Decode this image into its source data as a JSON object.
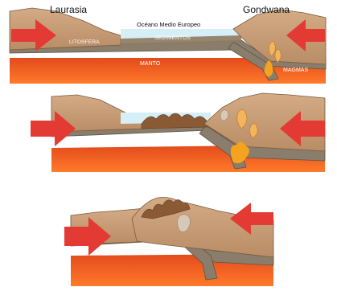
{
  "labels": {
    "laurasia": "Laurasia",
    "gondwana": "Gondwana",
    "ocean": "Océano Medio Europeo",
    "sediments": "SEDIMENTOS",
    "lithosphere": "LITOSFERA",
    "mantle": "MANTO",
    "magmas": "MAGMAS"
  },
  "colors": {
    "crust": "#c9a07a",
    "crust_dark": "#a67a55",
    "lithosphere": "#8b7d6b",
    "mantle_top": "#e24a1c",
    "mantle_bottom": "#ff7a2a",
    "sea": "#d6eef6",
    "arrow": "#e33a33",
    "magma": "#f5a21f",
    "sediment": "#8a5a35"
  },
  "stages": [
    {
      "stage": 1,
      "description": "ocean basin between continents"
    },
    {
      "stage": 2,
      "description": "closing ocean, folding sediments"
    },
    {
      "stage": 3,
      "description": "continental collision"
    }
  ]
}
